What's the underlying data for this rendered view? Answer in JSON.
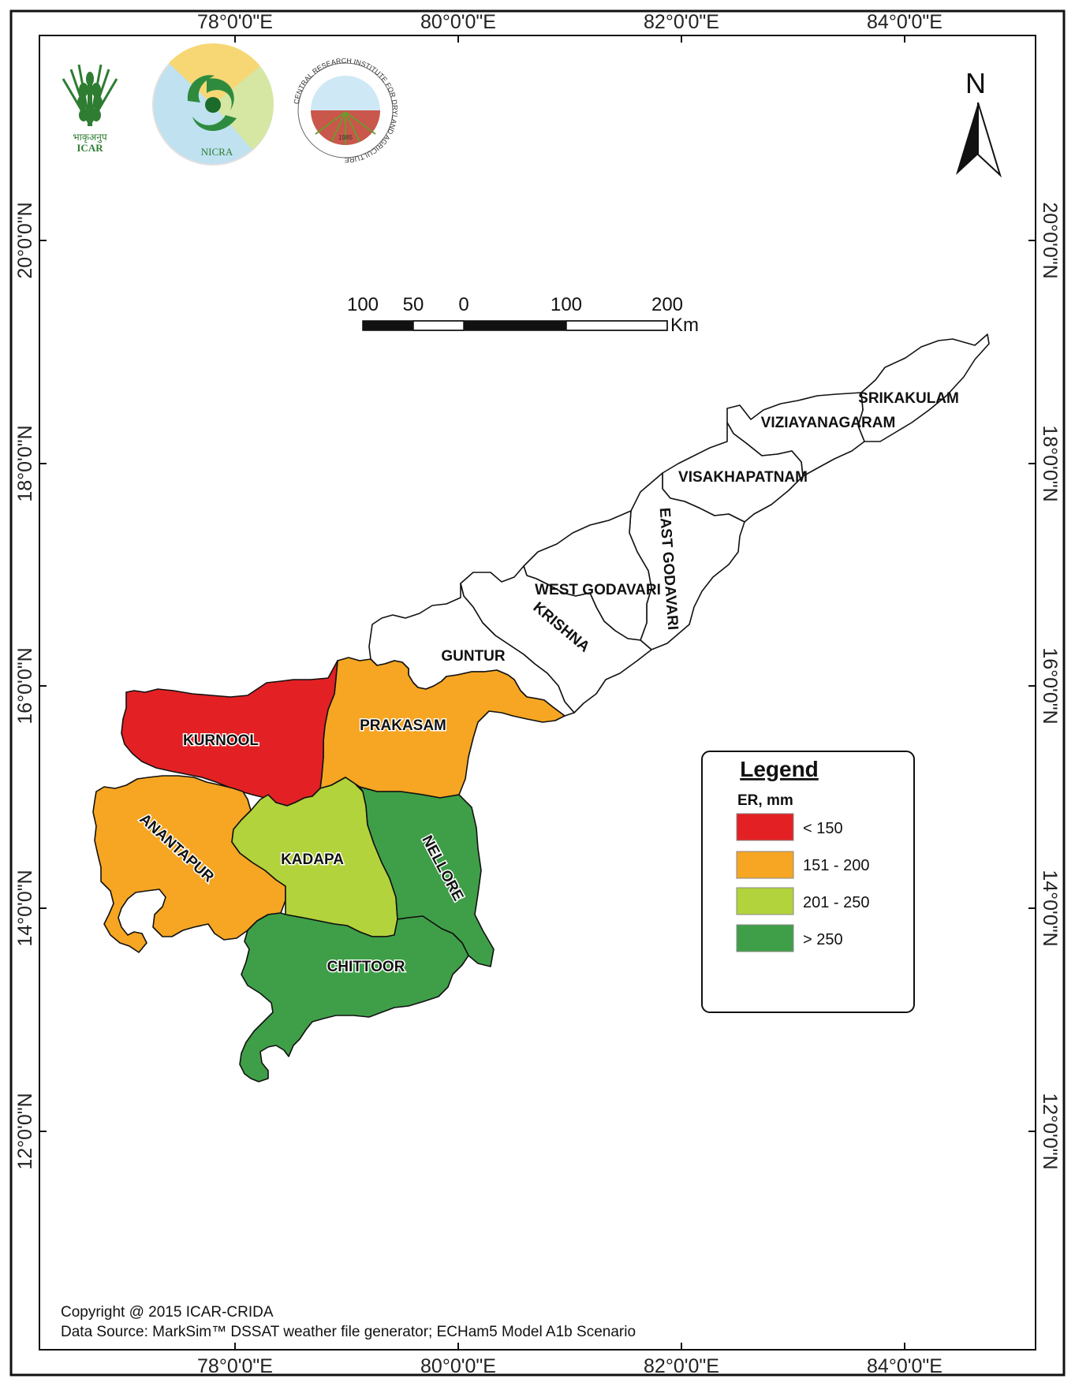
{
  "graticule": {
    "lon_labels": [
      "78°0'0\"E",
      "80°0'0\"E",
      "82°0'0\"E",
      "84°0'0\"E"
    ],
    "lat_labels": [
      "20°0'0\"N",
      "18°0'0\"N",
      "16°0'0\"N",
      "14°0'0\"N",
      "12°0'0\"N"
    ]
  },
  "logos": {
    "icar": {
      "text_top": "भाकृअनुप",
      "text_bottom": "ICAR"
    },
    "nicra": {
      "text": "NICRA"
    },
    "crida": {
      "ring_text": "CENTRAL RESEARCH INSTITUTE FOR DRYLAND AGRICULTURE",
      "year": "1985"
    }
  },
  "north_arrow": {
    "label": "N"
  },
  "scale_bar": {
    "ticks": [
      "100",
      "50",
      "0",
      "100",
      "200"
    ],
    "unit": "Km"
  },
  "districts": [
    {
      "name": "SRIKAKULAM",
      "color": "#ffffff"
    },
    {
      "name": "VIZIAYANAGARAM",
      "color": "#ffffff"
    },
    {
      "name": "VISAKHAPATNAM",
      "color": "#ffffff"
    },
    {
      "name": "EAST GODAVARI",
      "color": "#ffffff"
    },
    {
      "name": "WEST GODAVARI",
      "color": "#ffffff"
    },
    {
      "name": "KRISHNA",
      "color": "#ffffff"
    },
    {
      "name": "GUNTUR",
      "color": "#ffffff"
    },
    {
      "name": "PRAKASAM",
      "color": "#f6a623"
    },
    {
      "name": "KURNOOL",
      "color": "#e32124"
    },
    {
      "name": "ANANTAPUR",
      "color": "#f6a623"
    },
    {
      "name": "KADAPA",
      "color": "#b3d33c"
    },
    {
      "name": "NELLORE",
      "color": "#3f9f48"
    },
    {
      "name": "CHITTOOR",
      "color": "#3f9f48"
    }
  ],
  "legend": {
    "title": "Legend",
    "subtitle": "ER, mm",
    "classes": [
      {
        "label": "<  150",
        "color": "#e32124"
      },
      {
        "label": "151 - 200",
        "color": "#f6a623"
      },
      {
        "label": "201 - 250",
        "color": "#b3d33c"
      },
      {
        "label": "> 250",
        "color": "#3f9f48"
      }
    ]
  },
  "footer": {
    "copyright": "Copyright @ 2015  ICAR-CRIDA",
    "source": "Data Source: MarkSim™ DSSAT weather file generator; ECHam5 Model A1b Scenario"
  }
}
